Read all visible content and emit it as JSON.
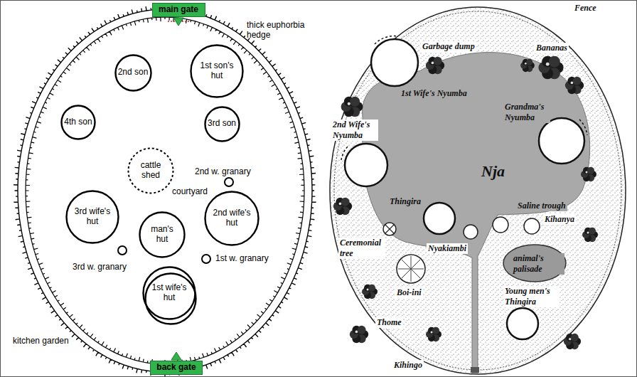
{
  "diagram": {
    "nodes": [
      {
        "text": [
          "main gate"
        ]
      },
      {
        "text": [
          "2nd son"
        ]
      },
      {
        "text": [
          "1st son's hut"
        ]
      },
      {
        "text": [
          "4th son"
        ]
      },
      {
        "text": [
          "3rd son"
        ]
      },
      {
        "text": [
          "cattle shed"
        ]
      },
      {
        "text": [
          "3rd wife's hut"
        ]
      },
      {
        "text": [
          "man's hut"
        ]
      },
      {
        "text": [
          "2nd wife's hut"
        ]
      },
      {
        "text": [
          "1st wife's hut"
        ]
      },
      {
        "text": [
          "back gate"
        ]
      }
    ],
    "labels": [
      "thick euphorbia hedge",
      "2nd w. granary",
      "courtyard",
      "3rd w. granary",
      "1st w. granary",
      "kitchen garden",
      "Fence",
      "Garbage dump",
      "Bananas",
      "1st Wife's Nyumba",
      "2nd Wife's Nyumba",
      "Grandma's Nyumba",
      "Nja",
      "Thingira",
      "Saline trough",
      "Kihanya",
      "Ceremonial tree",
      "Nyakiambi",
      "animal's palisade",
      "Boi-ini",
      "Young men's Thingira",
      "Thome",
      "Kihingo"
    ]
  }
}
